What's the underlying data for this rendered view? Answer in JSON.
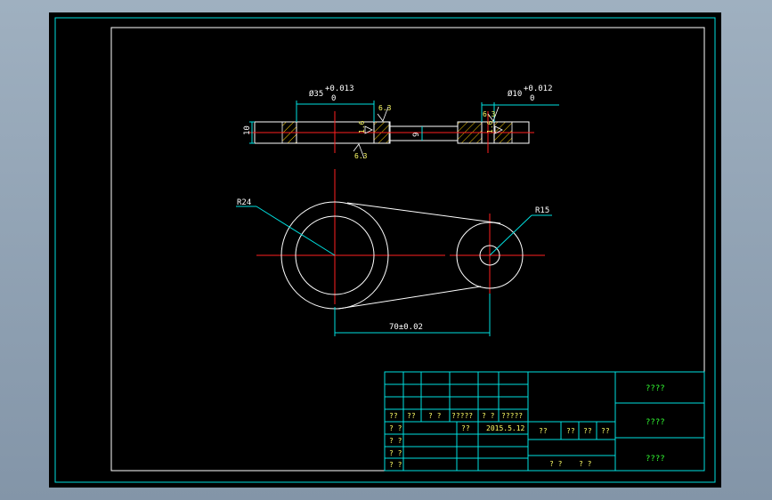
{
  "colors": {
    "canvas": "#000000",
    "frame": "#00e0e0",
    "outline": "#ffffff",
    "centerline": "#ff2020",
    "dimension": "#00e0e0",
    "hatch": "#ffd000",
    "title_text": "#33ff33",
    "table_text": "#ffff66"
  },
  "dimensions": {
    "hole_large": {
      "symbol": "Ø35",
      "upper": "+0.013",
      "lower": "0"
    },
    "hole_small": {
      "symbol": "Ø10",
      "upper": "+0.012",
      "lower": "0"
    },
    "thickness": "10",
    "web": "9",
    "radius_large": "R24",
    "radius_small": "R15",
    "center_distance": "70±0.02",
    "roughness": [
      "6.3",
      "6.3",
      "1.6",
      "1.6",
      "6.3"
    ]
  },
  "title_block": {
    "sign_row": [
      "??",
      "??",
      "? ?",
      "?????",
      "? ?",
      "?????"
    ],
    "left_rows": [
      "? ?",
      "? ?",
      "? ?",
      "? ?"
    ],
    "row2_name": "??",
    "date": "2015.5.12",
    "mid_labels": [
      "??",
      "??",
      "??",
      "??"
    ],
    "scale_row": [
      "? ?",
      "? ?"
    ],
    "right_cells": [
      "????",
      "????",
      "????"
    ]
  }
}
